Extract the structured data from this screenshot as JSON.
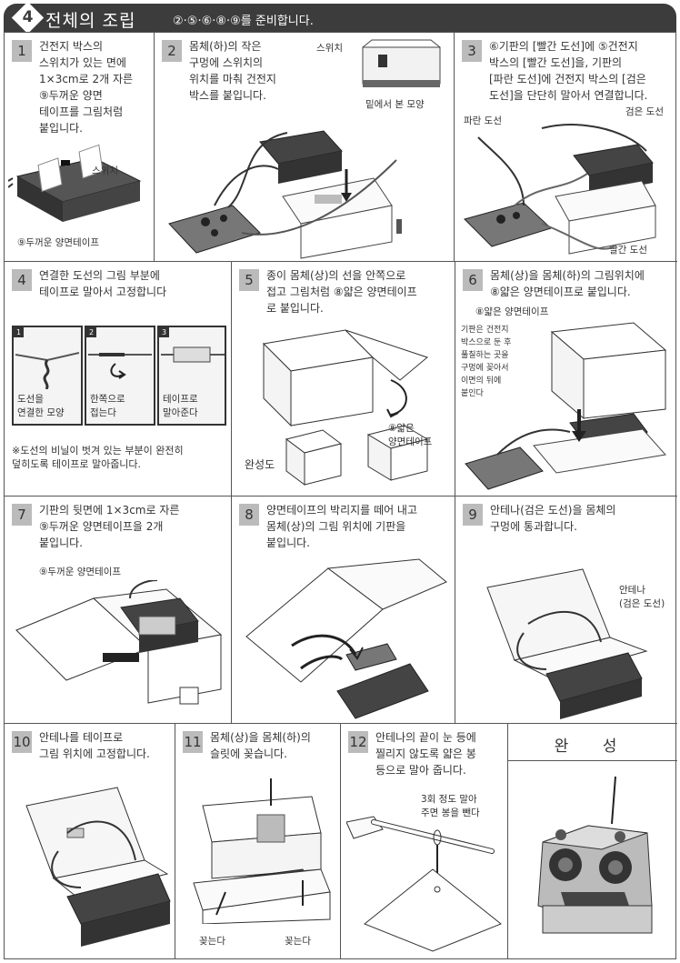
{
  "header": {
    "badge": "4",
    "title": "전체의 조립",
    "subtitle": "②·⑤·⑥·⑧·⑨를 준비합니다."
  },
  "steps": [
    {
      "num": "1",
      "text": "건전지 박스의\n스위치가 있는 면에\n1×3cm로 2개 자른\n⑨두꺼운 양면\n테이프를 그림처럼\n붙입니다.",
      "labels": [
        "스위치",
        "⑨두꺼운 양면테이프"
      ]
    },
    {
      "num": "2",
      "text": "몸체(하)의 작은\n구멍에 스위치의\n위치를 마춰 건전지\n박스를 붙입니다.",
      "labels": [
        "스위치",
        "밑에서 본 모양"
      ]
    },
    {
      "num": "3",
      "text": "⑥기판의 [빨간 도선]에 ⑤건전지\n박스의 [빨간 도선]을, 기판의\n[파란 도선]에 건전지 박스의 [검은\n도선]을 단단히 말아서 연결합니다.",
      "labels": [
        "파란 도선",
        "검은 도선",
        "빨간 도선"
      ]
    },
    {
      "num": "4",
      "text": "연결한 도선의 그림 부분에\n테이프로 말아서 고정합니다",
      "labels": [
        "도선을\n연결한 모양",
        "한쪽으로\n접는다",
        "테이프로\n말아준다",
        "※도선의 비닐이 벗겨 있는 부분이 완전히\n  덮히도록 테이프로 말아줍니다."
      ],
      "subnums": [
        "1",
        "2",
        "3"
      ]
    },
    {
      "num": "5",
      "text": "종이 몸체(상)의 선을 안쪽으로\n접고 그림처럼 ⑧얇은 양면테이프\n로 붙입니다.",
      "labels": [
        "⑧얇은\n양면테이프",
        "완성도"
      ]
    },
    {
      "num": "6",
      "text": "몸체(상)을 몸체(하)의 그림위치에\n⑧얇은 양면테이프로 붙입니다.",
      "labels": [
        "⑧얇은 양면테이프",
        "기판은 건전지\n박스으로 둔 후\n풀칠하는 곳을\n구멍에 꽂아서\n이면의 뒤에\n붙인다"
      ]
    },
    {
      "num": "7",
      "text": "기판의 뒷면에 1×3cm로 자른\n⑨두꺼운 양면테이프을 2개\n붙입니다.",
      "labels": [
        "⑨두꺼운 양면테이프"
      ]
    },
    {
      "num": "8",
      "text": "양면테이프의 박리지를 떼어 내고\n몸체(상)의 그림 위치에 기판을\n붙입니다.",
      "labels": []
    },
    {
      "num": "9",
      "text": "안테나(검은 도선)을 몸체의\n구멍에 통과합니다.",
      "labels": [
        "안테나\n(검은 도선)"
      ]
    },
    {
      "num": "10",
      "text": "안테나를 테이프로\n그림 위치에 고정합니다.",
      "labels": []
    },
    {
      "num": "11",
      "text": "몸체(상)을 몸체(하)의\n슬릿에 꽂습니다.",
      "labels": [
        "꽂는다",
        "꽂는다"
      ]
    },
    {
      "num": "12",
      "text": "안테나의 끝이 눈 등에\n찔리지 않도록 얇은 봉\n등으로 말아 줍니다.",
      "labels": [
        "3회 정도 말아\n주면 봉을 뺀다"
      ]
    }
  ],
  "final": {
    "title": "완 성"
  }
}
